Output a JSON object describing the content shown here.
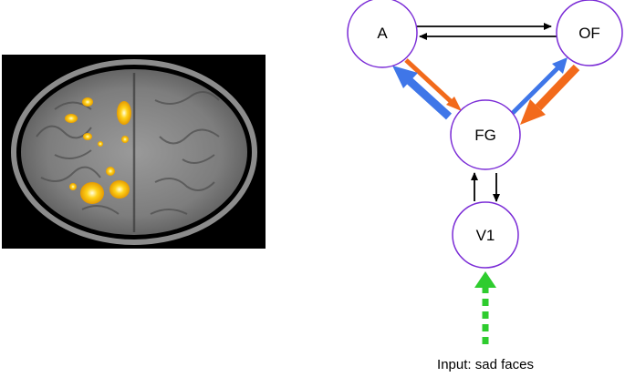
{
  "image": {
    "subject": "brain-mri-axial",
    "colors": {
      "background": "#000000",
      "activation": "#f5c400"
    }
  },
  "diagram": {
    "nodes": {
      "A": {
        "label": "A"
      },
      "OF": {
        "label": "OF"
      },
      "FG": {
        "label": "FG"
      },
      "V1": {
        "label": "V1"
      }
    },
    "input_label": "Input: sad faces",
    "colors": {
      "node_stroke": "#7a2bd6",
      "blue_arrow": "#3f76e8",
      "orange_arrow": "#f26a1b",
      "black_arrow": "#000000",
      "input_arrow": "#2ecc2e"
    }
  }
}
